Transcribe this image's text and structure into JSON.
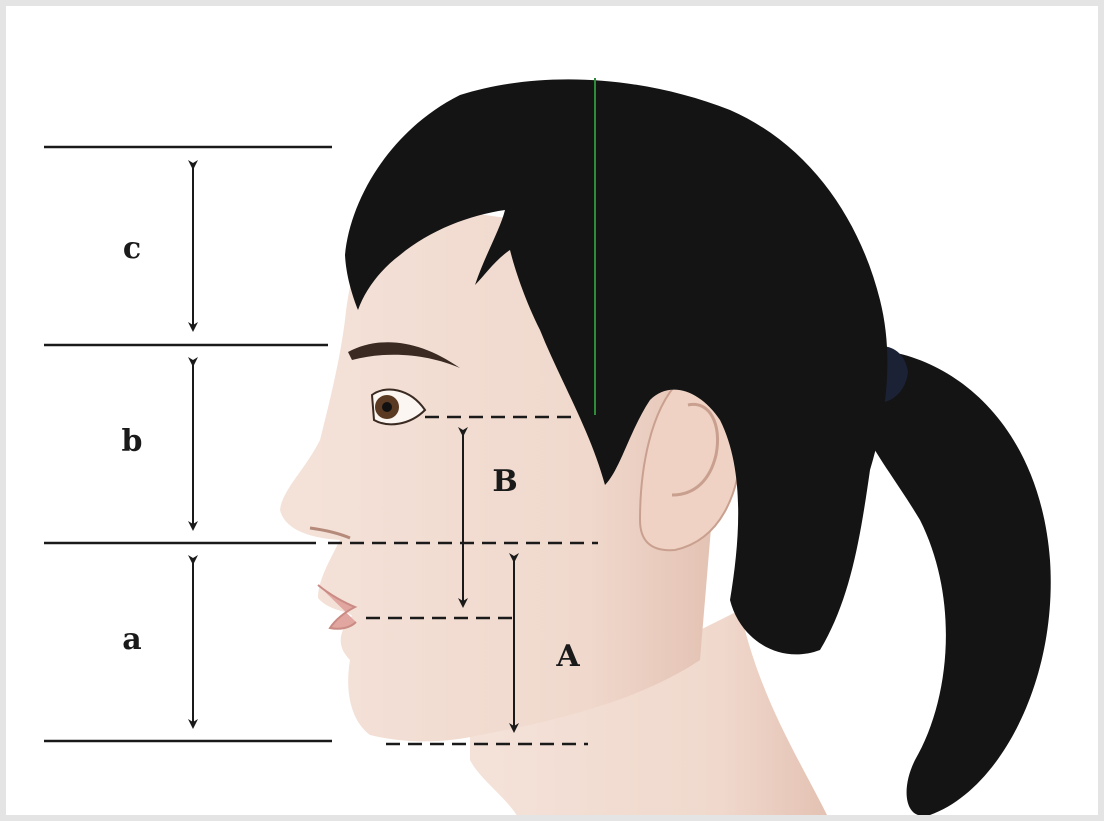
{
  "diagram": {
    "labels": {
      "c": "c",
      "b": "b",
      "a": "a",
      "B": "B",
      "A": "A"
    }
  },
  "colors": {
    "skin": "#f2ddd3",
    "skin_shadow": "#e6c6b8",
    "hair": "#141414",
    "lines": "#1a1a1a",
    "guide": "#2e8b3a"
  }
}
